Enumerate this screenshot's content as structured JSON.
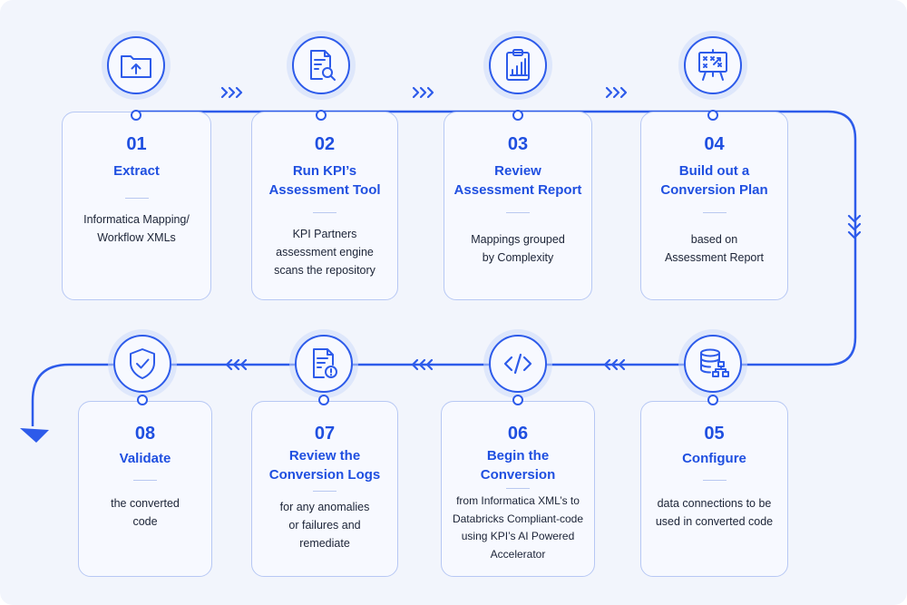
{
  "colors": {
    "accent": "#1f4fe0",
    "line": "#2d5bea",
    "card_border": "#b7c8f4",
    "background": "#f2f5fc"
  },
  "steps": [
    {
      "number": "01",
      "title": [
        "Extract"
      ],
      "description": [
        "Informatica Mapping/",
        "Workflow XMLs"
      ],
      "icon": "folder-upload-icon"
    },
    {
      "number": "02",
      "title": [
        "Run KPI’s",
        "Assessment Tool"
      ],
      "description": [
        "KPI Partners",
        "assessment engine",
        "scans the repository"
      ],
      "icon": "document-search-icon"
    },
    {
      "number": "03",
      "title": [
        "Review",
        "Assessment Report"
      ],
      "description": [
        "Mappings grouped",
        "by Complexity"
      ],
      "icon": "clipboard-chart-icon"
    },
    {
      "number": "04",
      "title": [
        "Build out a",
        "Conversion Plan"
      ],
      "description": [
        "based on",
        "Assessment Report"
      ],
      "icon": "strategy-board-icon"
    },
    {
      "number": "05",
      "title": [
        "Configure"
      ],
      "description": [
        "data connections to be",
        "used in converted code"
      ],
      "icon": "database-connections-icon"
    },
    {
      "number": "06",
      "title": [
        "Begin the",
        "Conversion"
      ],
      "description": [
        "from Informatica XML’s to",
        "Databricks Compliant-code",
        "using KPI’s AI Powered",
        "Accelerator"
      ],
      "icon": "code-icon"
    },
    {
      "number": "07",
      "title": [
        "Review the",
        "Conversion Logs"
      ],
      "description": [
        "for any anomalies",
        "or failures and",
        "remediate"
      ],
      "icon": "document-alert-icon"
    },
    {
      "number": "08",
      "title": [
        "Validate"
      ],
      "description": [
        "the converted",
        "code"
      ],
      "icon": "shield-check-icon"
    }
  ]
}
